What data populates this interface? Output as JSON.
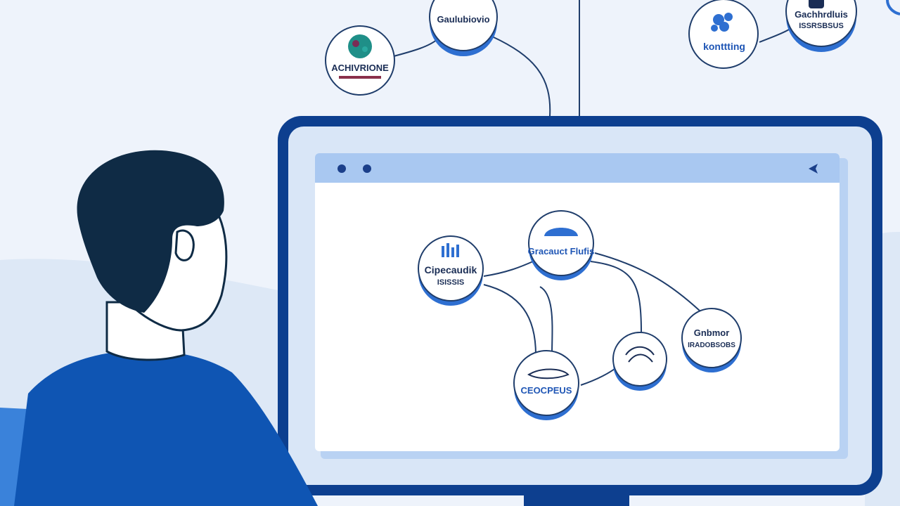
{
  "colors": {
    "background": "#eef3fb",
    "background_hill": "#dce7f5",
    "monitor_frame": "#0d3f8f",
    "monitor_bezel": "#d9e6f7",
    "titlebar": "#a9c8f1",
    "window_dot": "#1b3f8a",
    "hair": "#0f2b45",
    "shirt": "#0f55b3",
    "chair": "#3a82da",
    "node_ring": "#2e6fd1",
    "connector": "#1f3d6b"
  },
  "window": {
    "titlebar_icons": [
      "window-dot-icon",
      "window-dot-icon",
      "back-arrow-icon"
    ]
  },
  "top_nodes": [
    {
      "label": "ACHIVRIONE",
      "icon": "globe-icon"
    },
    {
      "label": "Gaulubiovio",
      "icon": ""
    },
    {
      "label": "konttting",
      "icon": "cluster-icon"
    },
    {
      "label": "Gachhrdluis",
      "sublabel": "ISSRSBSUS",
      "icon": "chat-icon"
    }
  ],
  "screen_nodes": [
    {
      "label": "Cipecaudik",
      "sublabel": "ISISSIS",
      "icon": "wave-icon"
    },
    {
      "label": "Gracauct Flufis",
      "icon": "cloud-icon"
    },
    {
      "label": "Gnbmor",
      "sublabel": "IRADOBSOBS",
      "icon": ""
    },
    {
      "label": "",
      "icon": "lines-icon"
    },
    {
      "label": "CEOCPEUS",
      "icon": "leaf-icon"
    }
  ]
}
